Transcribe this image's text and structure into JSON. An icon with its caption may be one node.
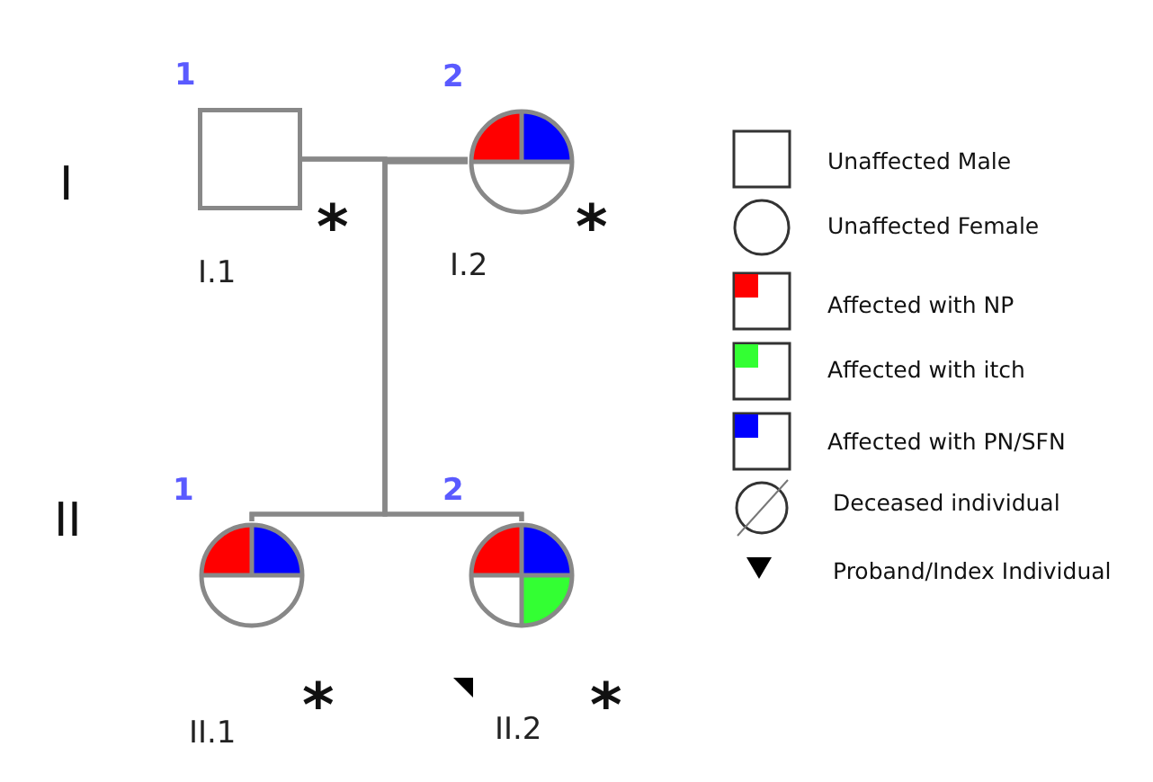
{
  "diagram": {
    "nodes": [
      {
        "text": [
          "1"
        ],
        "beside": [
          "I.1",
          "*"
        ]
      },
      {
        "text": [
          "2"
        ],
        "beside": [
          "I.2",
          "*"
        ]
      },
      {
        "text": [
          "1"
        ],
        "beside": [
          "II.1",
          "*"
        ]
      },
      {
        "text": [
          "2"
        ],
        "beside": [
          "II.2",
          "*"
        ]
      }
    ],
    "edges": [
      {
        "from": 0,
        "to": 1,
        "arrow": "none"
      },
      {
        "from": 0,
        "to": 2,
        "arrow": "none"
      },
      {
        "from": 1,
        "to": 2,
        "arrow": "none"
      },
      {
        "from": 0,
        "to": 3,
        "arrow": "none"
      },
      {
        "from": 1,
        "to": 3,
        "arrow": "none"
      }
    ],
    "labels": [
      "I",
      "II"
    ],
    "legend": [
      {
        "text": "Unaffected Male"
      },
      {
        "text": "Unaffected Female"
      },
      {
        "text": "Affected with NP",
        "color": "#ff0000"
      },
      {
        "text": "Affected with itch",
        "color": "#33ff33"
      },
      {
        "text": "Affected with PN/SFN",
        "color": "#0000ff"
      },
      {
        "text": "Deceased individual"
      },
      {
        "text": "Proband/Index Individual"
      }
    ]
  }
}
